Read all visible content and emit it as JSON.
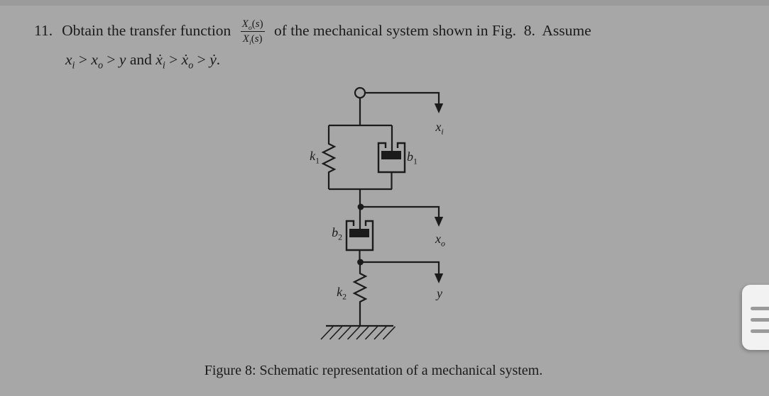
{
  "colors": {
    "page_background": "#a7a7a7",
    "top_strip": "#9b9b9b",
    "ink": "#1b1b1b",
    "drawer_background": "#f2f2f2",
    "drawer_bar": "#9a9a9a"
  },
  "problem": {
    "number": "11.",
    "lead": "Obtain the transfer function ",
    "fraction": {
      "numerator": [
        {
          "base": "X",
          "sub": "o"
        },
        {
          "text": "("
        },
        {
          "base": "s"
        },
        {
          "text": ")"
        }
      ],
      "denominator": [
        {
          "base": "X",
          "sub": "i"
        },
        {
          "text": "("
        },
        {
          "base": "s"
        },
        {
          "text": ")"
        }
      ]
    },
    "tail": " of the mechanical system shown in Fig.  8.  Assume",
    "assumption": [
      {
        "base": "x",
        "sub": "i"
      },
      {
        "op": " > "
      },
      {
        "base": "x",
        "sub": "o"
      },
      {
        "op": " > "
      },
      {
        "base": "y"
      },
      {
        "text": " and "
      },
      {
        "base": "ẋ",
        "sub": "i"
      },
      {
        "op": " > "
      },
      {
        "base": "ẋ",
        "sub": "o"
      },
      {
        "op": " > "
      },
      {
        "base": "ẏ"
      },
      {
        "text": "."
      }
    ]
  },
  "figure": {
    "caption": "Figure 8: Schematic representation of a mechanical system.",
    "labels": {
      "input_displacement": [
        {
          "base": "x",
          "sub": "i"
        }
      ],
      "output_displacement": [
        {
          "base": "x",
          "sub": "o"
        }
      ],
      "intermediate_displacement": [
        {
          "base": "y"
        }
      ],
      "spring1": [
        {
          "base": "k",
          "sub": "1"
        }
      ],
      "damper1": [
        {
          "base": "b",
          "sub": "1"
        }
      ],
      "damper2": [
        {
          "base": "b",
          "sub": "2"
        }
      ],
      "spring2": [
        {
          "base": "k",
          "sub": "2"
        }
      ]
    }
  },
  "drawer": {
    "bar_count": 3
  }
}
